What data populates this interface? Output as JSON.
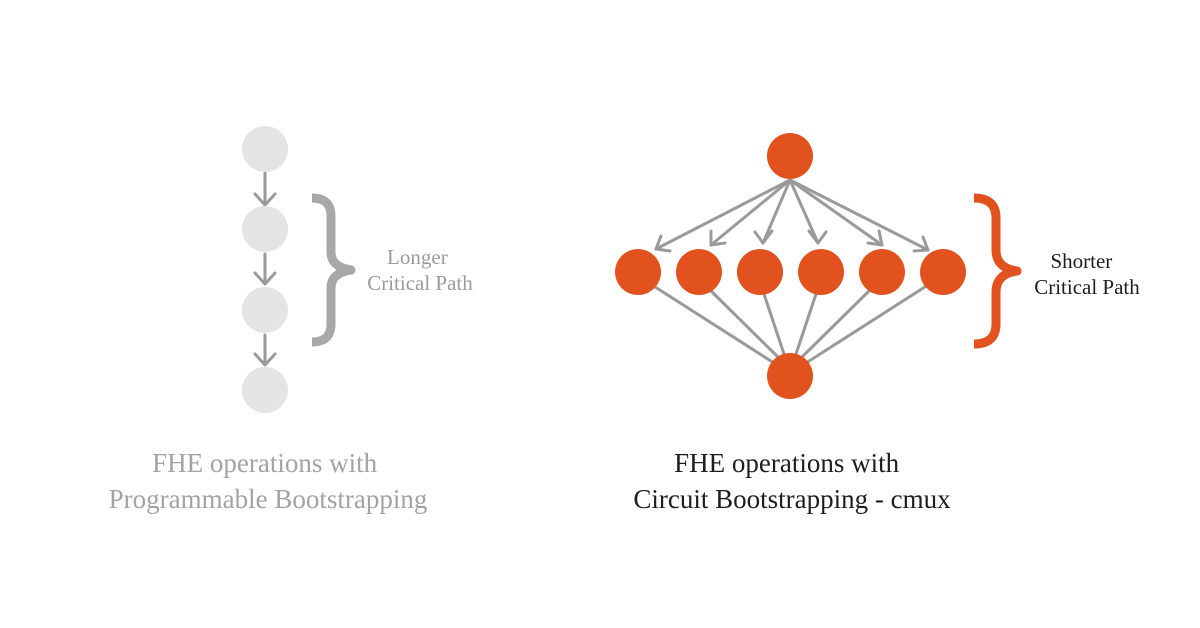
{
  "left_panel": {
    "critical_path_label_line1": "Longer",
    "critical_path_label_line2": "Critical Path",
    "caption_line1": "FHE operations with",
    "caption_line2": "Programmable Bootstrapping",
    "node_count": 4
  },
  "right_panel": {
    "critical_path_label_line1": "Shorter",
    "critical_path_label_line2": "Critical Path",
    "caption_line1": "FHE operations with",
    "caption_line2": "Circuit Bootstrapping - cmux",
    "middle_node_count": 6
  },
  "colors": {
    "gray_node": "#e4e4e4",
    "orange_node": "#e1521e",
    "edge": "#9a9a9a",
    "gray_brace": "#a8a8a8",
    "gray_text": "#9b9b9b",
    "dark_text": "#1e1e1e"
  }
}
